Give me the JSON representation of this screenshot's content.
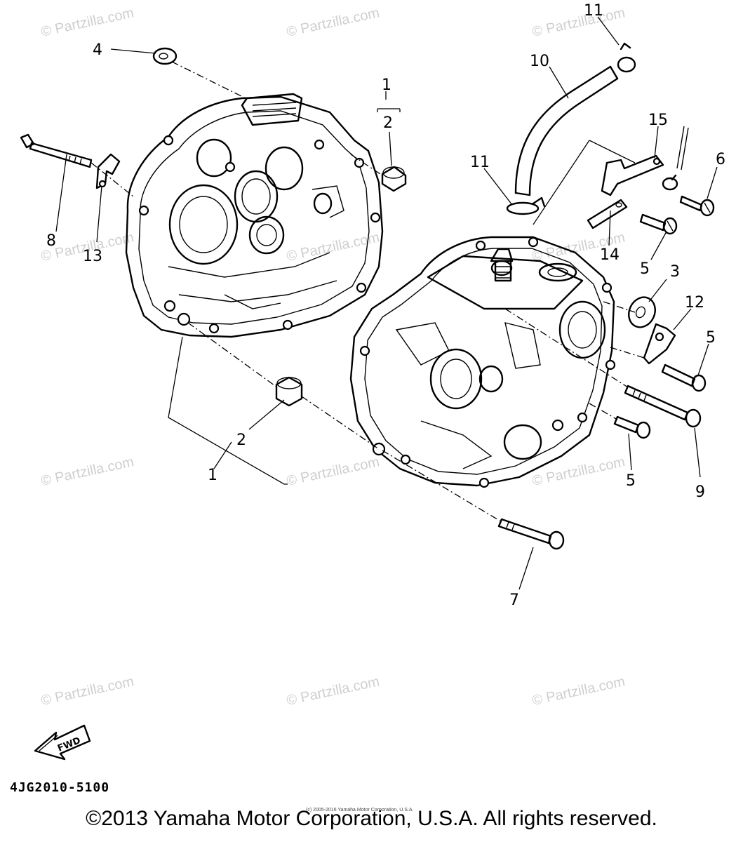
{
  "diagram": {
    "callouts": [
      {
        "id": "c4",
        "label": "4"
      },
      {
        "id": "c1a",
        "label": "1"
      },
      {
        "id": "c2a",
        "label": "2"
      },
      {
        "id": "c8",
        "label": "8"
      },
      {
        "id": "c13",
        "label": "13"
      },
      {
        "id": "c11a",
        "label": "11"
      },
      {
        "id": "c10",
        "label": "10"
      },
      {
        "id": "c15",
        "label": "15"
      },
      {
        "id": "c6",
        "label": "6"
      },
      {
        "id": "c11b",
        "label": "11"
      },
      {
        "id": "c14",
        "label": "14"
      },
      {
        "id": "c5a",
        "label": "5"
      },
      {
        "id": "c3",
        "label": "3"
      },
      {
        "id": "c12",
        "label": "12"
      },
      {
        "id": "c5b",
        "label": "5"
      },
      {
        "id": "c2b",
        "label": "2"
      },
      {
        "id": "c1b",
        "label": "1"
      },
      {
        "id": "c5c",
        "label": "5"
      },
      {
        "id": "c9",
        "label": "9"
      },
      {
        "id": "c7",
        "label": "7"
      }
    ],
    "fwd_label": "FWD",
    "code": "4JG2010-5100",
    "watermark": "© Partzilla.com",
    "credit": "(c) 2005-2016 Yamaha Motor Corporation, U.S.A.",
    "copyright": "©2013 Yamaha Motor Corporation, U.S.A. All rights reserved."
  }
}
